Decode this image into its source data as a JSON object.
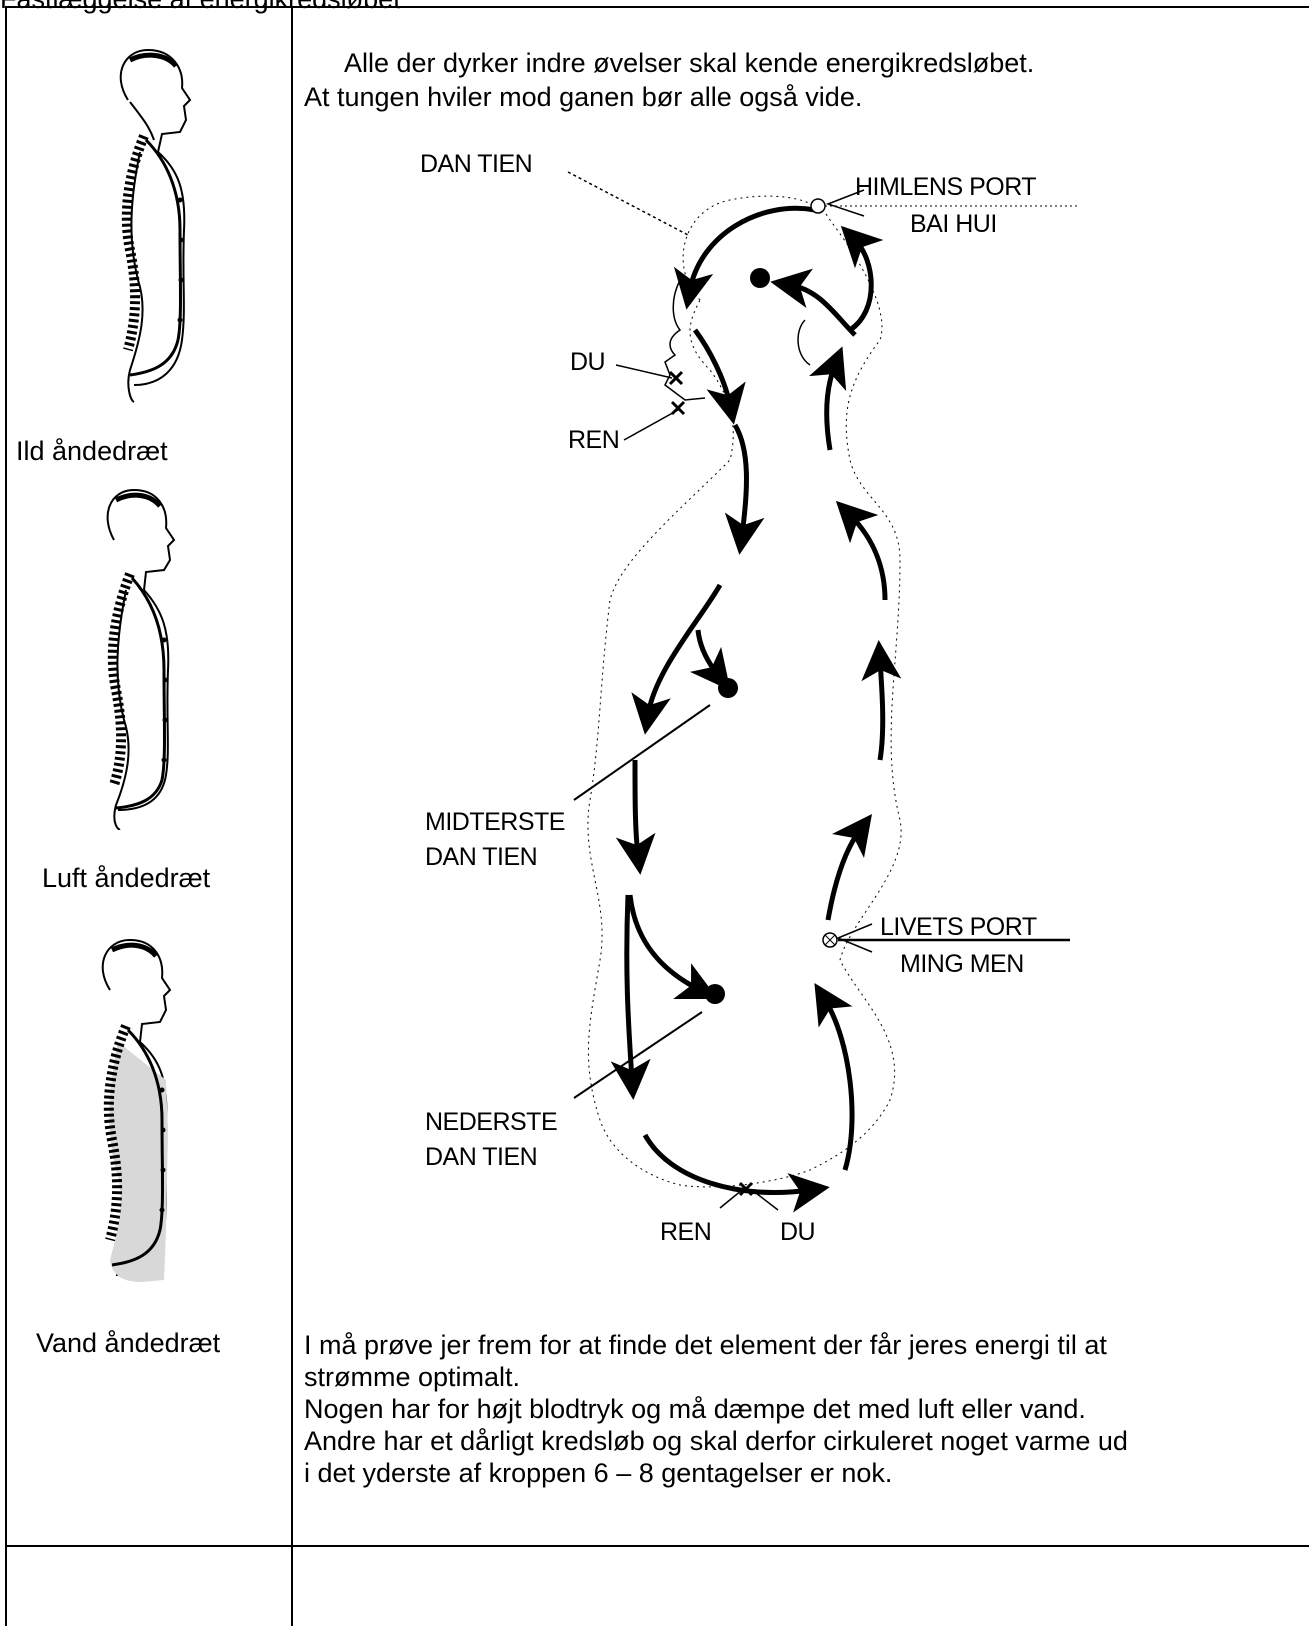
{
  "heading": "Fastlæggelse af energikredsløbet",
  "left_column": {
    "captions": [
      "Ild åndedræt",
      "Luft åndedræt",
      "Vand åndedræt"
    ],
    "figure_icons": [
      "spine-figure-icon",
      "spine-figure-icon",
      "spine-figure-icon"
    ]
  },
  "intro": {
    "line1": "Alle der dyrker indre øvelser skal kende energikredsløbet.",
    "line2": "At tungen hviler mod ganen bør alle også vide."
  },
  "diagram": {
    "labels": {
      "dan_tien": "DAN TIEN",
      "himlens_port": "HIMLENS PORT",
      "bai_hui": "BAI HUI",
      "du": "DU",
      "ren": "REN",
      "midterste": "MIDTERSTE",
      "midterste_dan_tien": "DAN TIEN",
      "livets_port": "LIVETS PORT",
      "ming_men": "MING MEN",
      "nederste": "NEDERSTE",
      "nederste_dan_tien": "DAN TIEN",
      "bottom_ren": "REN",
      "bottom_du": "DU"
    }
  },
  "body_text": {
    "line1": "I må prøve jer frem for at finde det element der får jeres energi til at",
    "line2": "strømme optimalt.",
    "line3": "Nogen har for højt blodtryk og må dæmpe det med luft eller vand.",
    "line4": "Andre har et dårligt kredsløb og skal derfor cirkuleret noget varme ud",
    "line5": "i det yderste af kroppen  6 – 8 gentagelser er nok."
  }
}
